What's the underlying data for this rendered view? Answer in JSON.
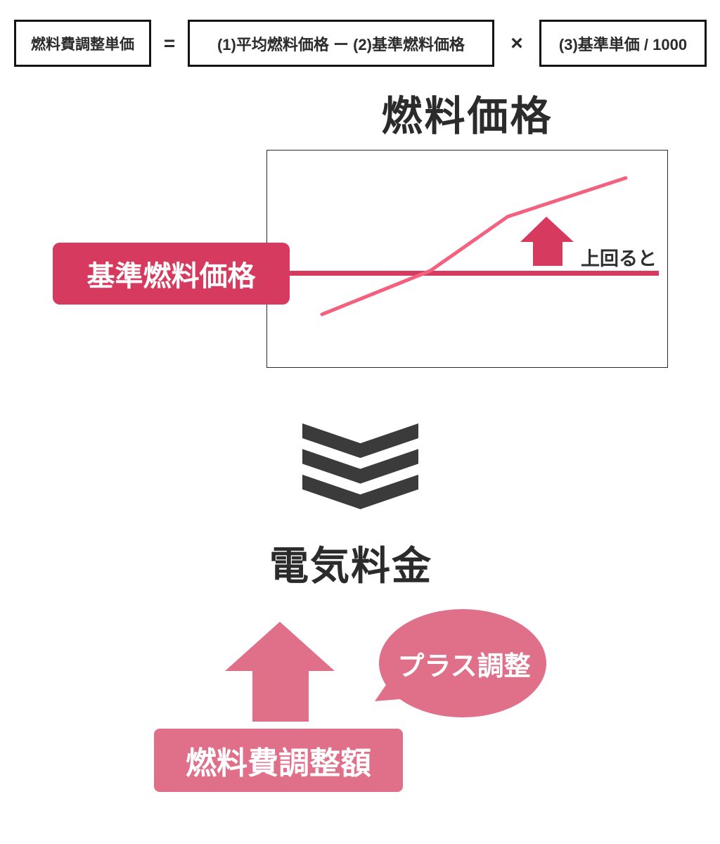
{
  "formula": {
    "result": "燃料費調整単価",
    "equals_sign": "=",
    "difference": "(1)平均燃料価格 ー (2)基準燃料価格",
    "multiply_sign": "×",
    "unit_factor": "(3)基準単価 / 1000"
  },
  "fuel_price": {
    "title": "燃料価格",
    "baseline_label": "基準燃料価格",
    "exceed_note": "上回ると",
    "line_points": "79,234 233,172 343,95 511,40"
  },
  "electricity": {
    "title": "電気料金",
    "bubble_text": "プラス調整",
    "adjustment_label": "燃料費調整額"
  },
  "colors": {
    "crimson": "#d63a5e",
    "soft_pink": "#e0708a",
    "line_pink": "#f4617f",
    "text_dark": "#2b2b2b",
    "chevron_gray": "#3b3b3b"
  }
}
